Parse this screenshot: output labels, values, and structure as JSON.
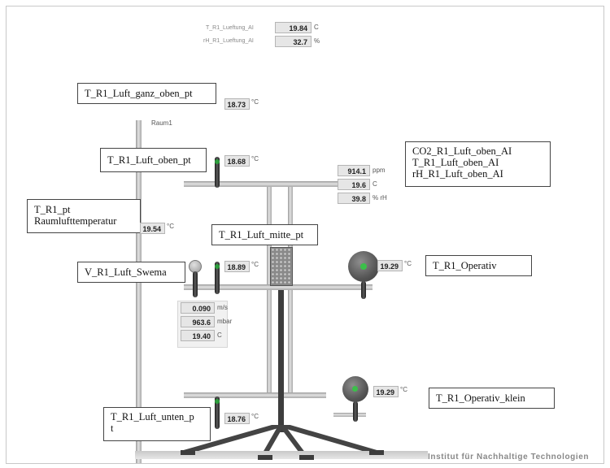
{
  "header": {
    "row1": {
      "label": "T_R1_Lueftung_AI",
      "value": "19.84",
      "unit": "C"
    },
    "row2": {
      "label": "rH_R1_Lueftung_AI",
      "value": "32.7",
      "unit": "%"
    }
  },
  "room_label": "Raum1",
  "boxes": {
    "ganz_oben": "T_R1_Luft_ganz_oben_pt",
    "oben": "T_R1_Luft_oben_pt",
    "co2_line1": "CO2_R1_Luft_oben_AI",
    "co2_line2": "T_R1_Luft_oben_AI",
    "co2_line3": "rH_R1_Luft_oben_AI",
    "raum_line1": "T_R1_pt",
    "raum_line2": "Raumlufttemperatur",
    "mitte": "T_R1_Luft_mitte_pt",
    "swema": "V_R1_Luft_Swema",
    "operativ": "T_R1_Operativ",
    "operativ_klein": "T_R1_Operativ_klein",
    "unten_line1": "T_R1_Luft_unten_p",
    "unten_line2": "t"
  },
  "values": {
    "ganz_oben": {
      "value": "18.73",
      "unit": "°C"
    },
    "oben": {
      "value": "18.68",
      "unit": "°C"
    },
    "ppm": {
      "value": "914.1",
      "unit": "ppm"
    },
    "temp_oben_ai": {
      "value": "19.6",
      "unit": "C"
    },
    "rh_oben": {
      "value": "39.8",
      "unit": "% rH"
    },
    "raum": {
      "value": "19.54",
      "unit": "°C"
    },
    "swema_temp": {
      "value": "18.89",
      "unit": "°C"
    },
    "operativ": {
      "value": "19.29",
      "unit": "°C"
    },
    "velocity": {
      "value": "0.090",
      "unit": "m/s"
    },
    "pressure": {
      "value": "963.6",
      "unit": "mbar"
    },
    "temp_swema": {
      "value": "19.40",
      "unit": "C"
    },
    "operativ_klein": {
      "value": "19.29",
      "unit": "°C"
    },
    "unten": {
      "value": "18.76",
      "unit": "°C"
    }
  },
  "footer": "Institut für Nachhaltige Technologien",
  "colors": {
    "sensor_led": "#2e9e3e",
    "globe_dot": "#3bbf4a",
    "pipe": "#bdbdbd"
  }
}
